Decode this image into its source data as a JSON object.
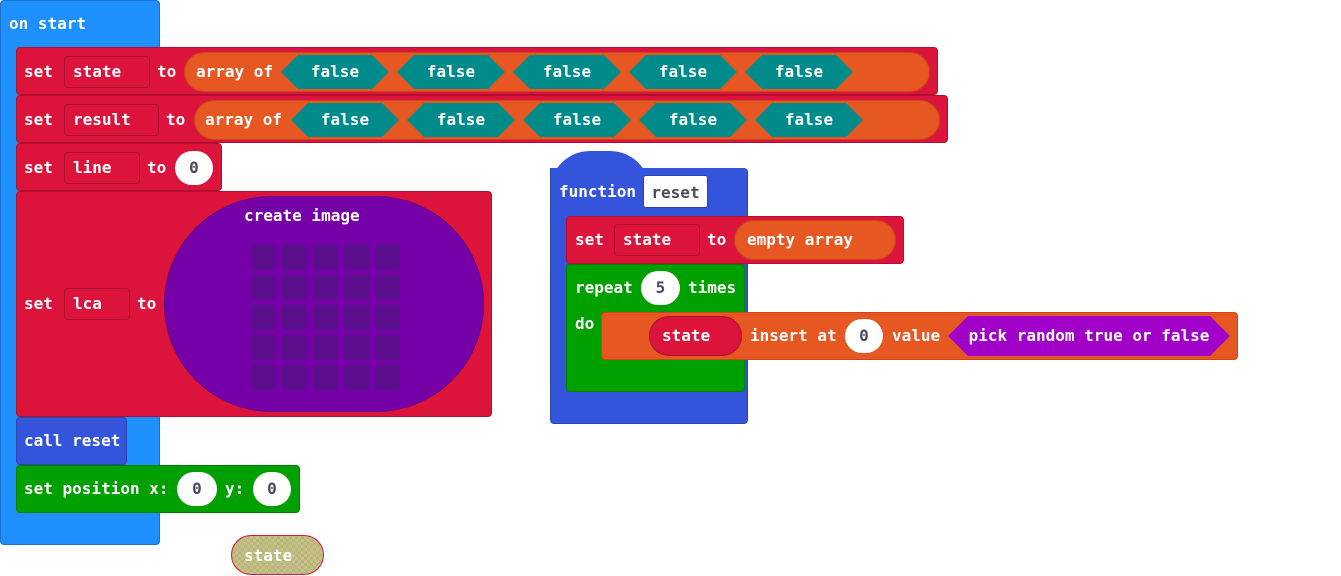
{
  "colors": {
    "on_start": "#1e90ff",
    "variables": "#dc143c",
    "arrays": "#e65722",
    "logic": "#008b8b",
    "images": "#7600a8",
    "functions": "#3455db",
    "loops": "#00a000",
    "sprites": "#00a000",
    "random": "#a100c8"
  },
  "on_start": {
    "hat_label": "on start",
    "set_state": {
      "set": "set",
      "var": "state",
      "to": "to",
      "array_of": "array of",
      "items": [
        "false",
        "false",
        "false",
        "false",
        "false"
      ]
    },
    "set_result": {
      "set": "set",
      "var": "result",
      "to": "to",
      "array_of": "array of",
      "items": [
        "false",
        "false",
        "false",
        "false",
        "false"
      ]
    },
    "set_line": {
      "set": "set",
      "var": "line",
      "to": "to",
      "value": "0"
    },
    "set_lca": {
      "set": "set",
      "var": "lca",
      "to": "to",
      "create_image": "create image",
      "grid_rows": 5,
      "grid_cols": 5
    },
    "call_reset": {
      "label": "call reset"
    },
    "set_position": {
      "label": "set position x:",
      "x": "0",
      "y_label": "y:",
      "y": "0"
    }
  },
  "function_reset": {
    "function_kw": "function",
    "name": "reset",
    "set_state": {
      "set": "set",
      "var": "state",
      "to": "to",
      "value": "empty array"
    },
    "repeat": {
      "repeat": "repeat",
      "times_value": "5",
      "times": "times",
      "do": "do"
    },
    "insert": {
      "var": "state",
      "insert_at": "insert at",
      "index": "0",
      "value_label": "value",
      "random": "pick random true or false"
    }
  },
  "loose_variable": {
    "label": "state"
  }
}
